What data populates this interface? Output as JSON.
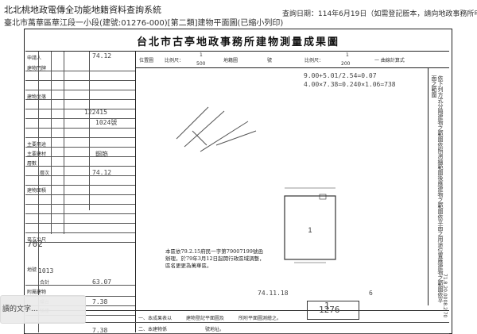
{
  "header": {
    "system_title": "北北桃地政電傳全功能地籍資料查詢系統",
    "location_line": "臺北市萬華區華江段一小段(建號:01276-000)[第二類]建物平面圖(已縮小列印)",
    "query_date_label": "查詢日期：114年6月19日（如需登記謄本，請向地政事務所申請。）"
  },
  "document": {
    "title": "台北市古亭地政事務所建物測量成果圖",
    "top_row_labels": {
      "position": "位置圖",
      "scale_left": "比例尺：",
      "scale_left_value": "1",
      "scale_left_denom": "500",
      "ground_plan": "地籍圖",
      "no": "號",
      "scale_right": "比例尺：",
      "scale_right_value": "1",
      "scale_right_denom": "200",
      "floor_plan": "一 曲線計算式"
    },
    "left_table": {
      "labels": [
        "申請人",
        "建物門牌",
        "建物坐落",
        "主要用途",
        "主要建材",
        "層數",
        "層次",
        "建物面積",
        "平方公尺",
        "合計",
        "地號",
        "附屬建物",
        "陽台",
        "騎樓"
      ],
      "hw_values": [
        "74.12",
        "122415",
        "1024號",
        "鋼筋",
        "74.12",
        "63.07",
        "7.38",
        "7.38"
      ],
      "hw_side": [
        "702",
        "1013"
      ]
    },
    "calc_lines": [
      "9.00+5.01/2.54=0.07",
      "4.00×7.38=0.240×1.06=738"
    ],
    "note_main": "本區依79.2.15府民一字第79007199號函辦理，於79年3月12日起開行政區域調整，區名更更為萬華區。",
    "right_col_text": "依下列方式分隔建物之範圍依照測繪範圍後應建物之範圍依平面之用途位置應建物之範圍依平面之範圍",
    "bottom_lines": [
      "一、本成果表以　　　建物登記平面圖及　　　所附平面圖測繪之。",
      "二、本建物係　　　　　　　　號地址。"
    ],
    "bottom_code": "71.8.20.0008.2.70",
    "footer_values": {
      "date_hw": "74.11.18",
      "seal": "1",
      "sheet": "6",
      "box_number": "1276"
    }
  },
  "overlay": {
    "text": "讀的文字..."
  }
}
